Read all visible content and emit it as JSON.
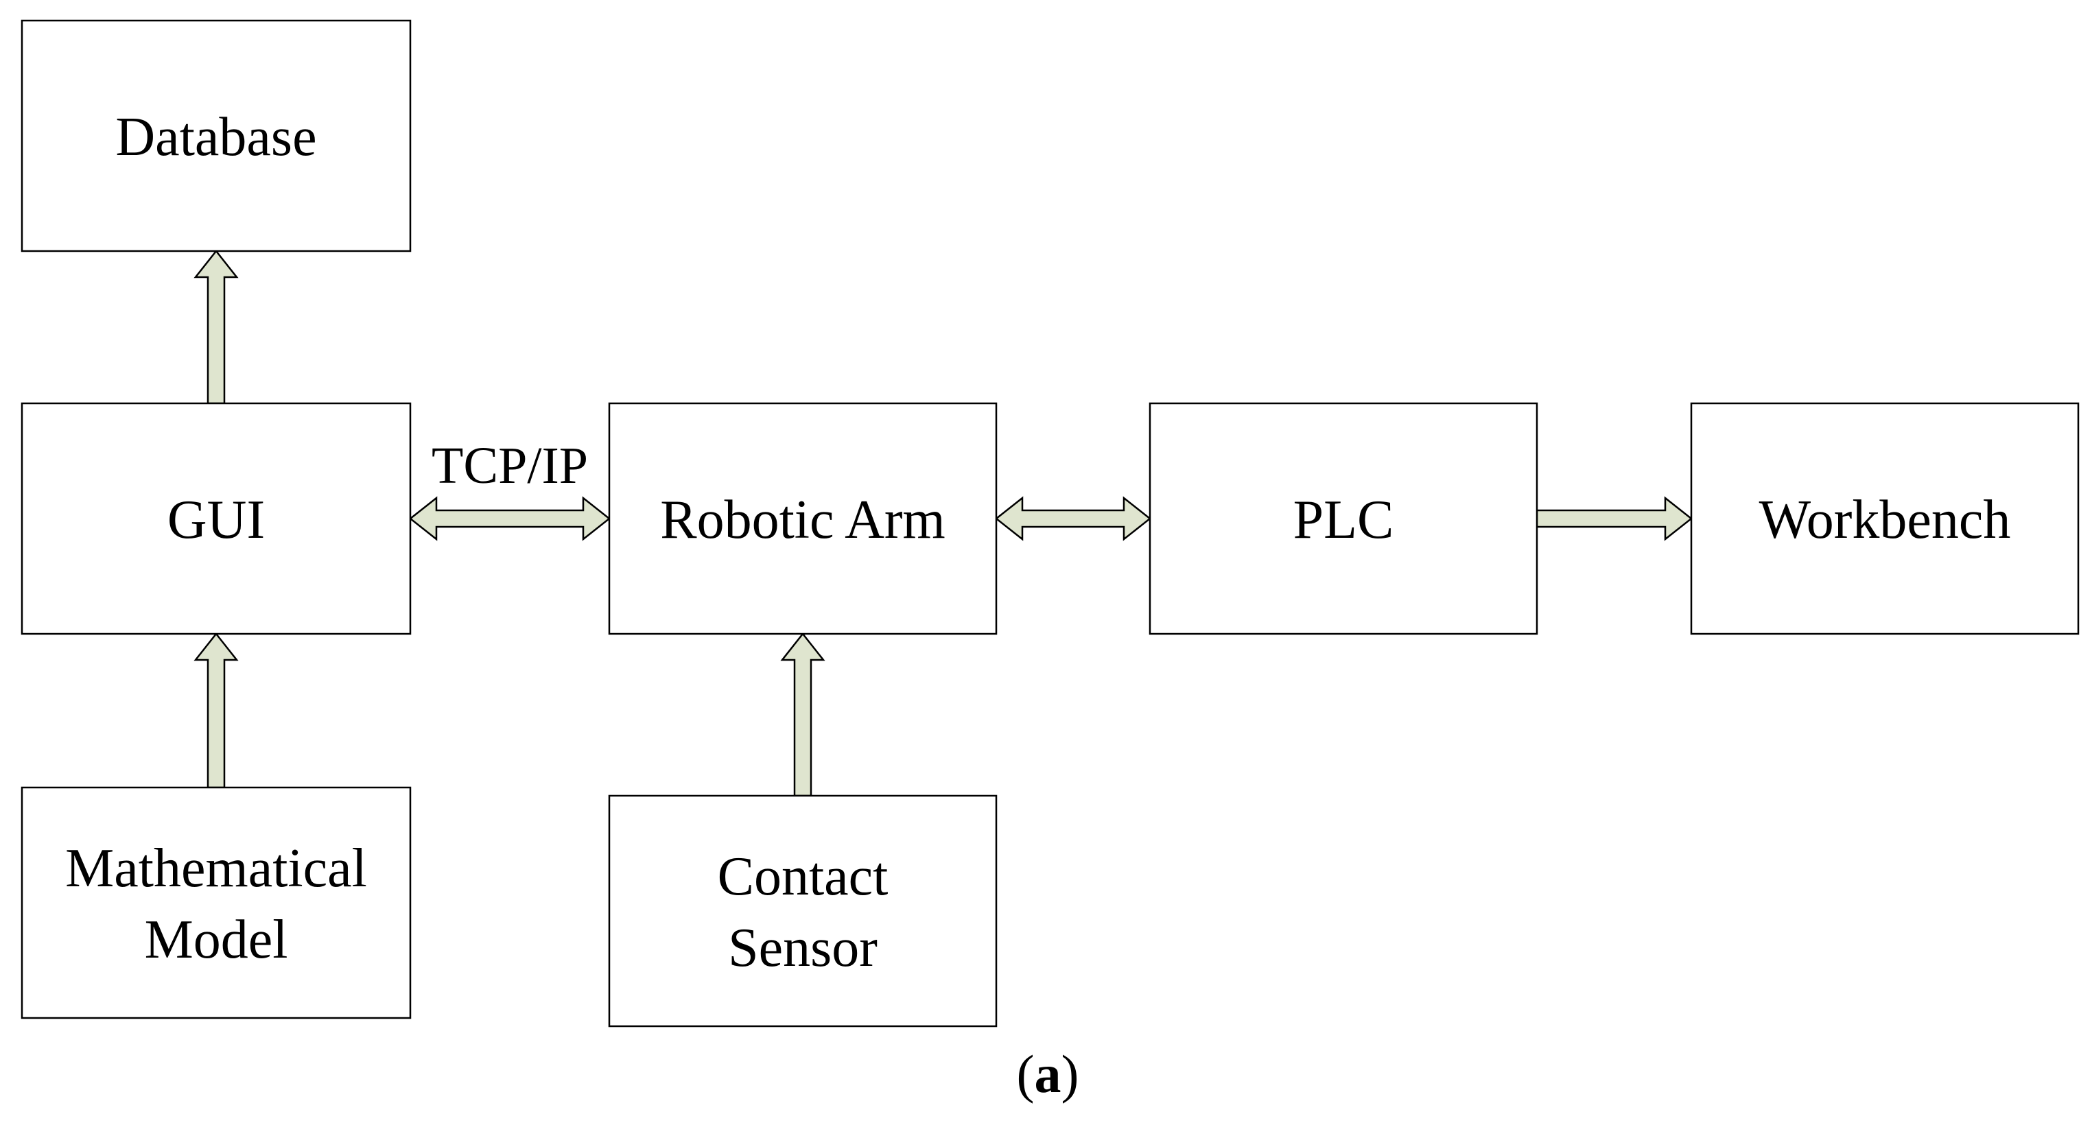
{
  "diagram": {
    "nodes": [
      {
        "id": "database",
        "lines": [
          "Database"
        ]
      },
      {
        "id": "gui",
        "lines": [
          "GUI"
        ]
      },
      {
        "id": "robotic-arm",
        "lines": [
          "Robotic Arm"
        ]
      },
      {
        "id": "plc",
        "lines": [
          "PLC"
        ]
      },
      {
        "id": "workbench",
        "lines": [
          "Workbench"
        ]
      },
      {
        "id": "mathematical-model",
        "lines": [
          "Mathematical",
          "Model"
        ]
      },
      {
        "id": "contact-sensor",
        "lines": [
          "Contact",
          "Sensor"
        ]
      }
    ],
    "edges": [
      {
        "from": "gui",
        "to": "database",
        "direction": "one-way"
      },
      {
        "from": "mathematical-model",
        "to": "gui",
        "direction": "one-way"
      },
      {
        "from": "gui",
        "to": "robotic-arm",
        "direction": "two-way",
        "label": "TCP/IP"
      },
      {
        "from": "robotic-arm",
        "to": "plc",
        "direction": "two-way"
      },
      {
        "from": "plc",
        "to": "workbench",
        "direction": "one-way"
      },
      {
        "from": "contact-sensor",
        "to": "robotic-arm",
        "direction": "one-way"
      }
    ],
    "colors": {
      "arrow_fill": "#dfe5cf",
      "stroke": "#000000",
      "box_fill": "#ffffff"
    }
  },
  "caption": {
    "open": "(",
    "letter": "a",
    "close": ")"
  }
}
